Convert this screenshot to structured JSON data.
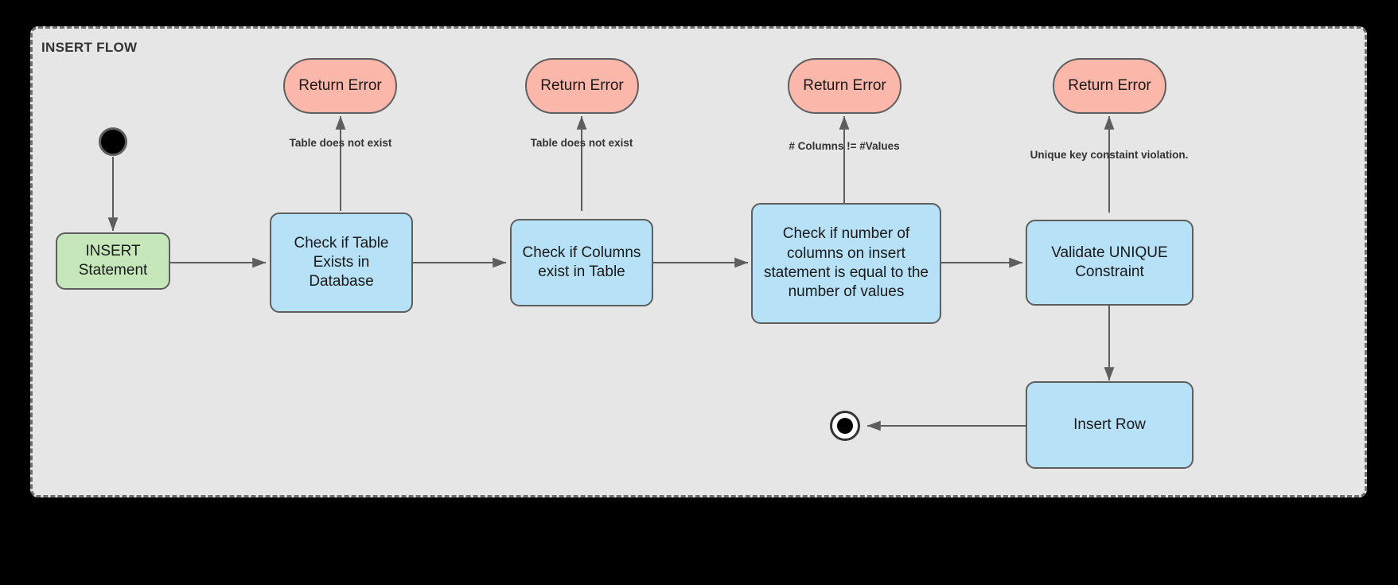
{
  "diagram": {
    "title": "INSERT FLOW",
    "background_color": "#000000",
    "lane_fill": "#e6e6e6",
    "lane_border_color": "#6e6e6e",
    "colors": {
      "start_fill": "#000000",
      "process_fill": "#b7e1f7",
      "entry_fill": "#c6e7b9",
      "error_fill": "#fcb7ab",
      "stroke": "#5e5e5e",
      "text": "#1a1a1a"
    }
  },
  "nodes": {
    "start": {
      "label": ""
    },
    "insert_statement": {
      "label": "INSERT\nStatement"
    },
    "check_table_exists": {
      "label": "Check if Table\nExists in Database"
    },
    "check_columns_exist": {
      "label": "Check if Columns\nexist in Table"
    },
    "check_column_count": {
      "label": "Check if number of\ncolumns on insert\nstatement is equal to the\nnumber of values"
    },
    "validate_unique": {
      "label": "Validate UNIQUE\nConstraint"
    },
    "insert_row": {
      "label": "Insert Row"
    },
    "error_1": {
      "label": "Return Error"
    },
    "error_2": {
      "label": "Return Error"
    },
    "error_3": {
      "label": "Return Error"
    },
    "error_4": {
      "label": "Return Error"
    },
    "end": {
      "label": ""
    }
  },
  "edge_labels": {
    "table_not_exist_1": "Table does not exist",
    "table_not_exist_2": "Table does not exist",
    "column_count_mismatch": "# Columns != #Values",
    "unique_violation": "Unique key constaint violation."
  }
}
